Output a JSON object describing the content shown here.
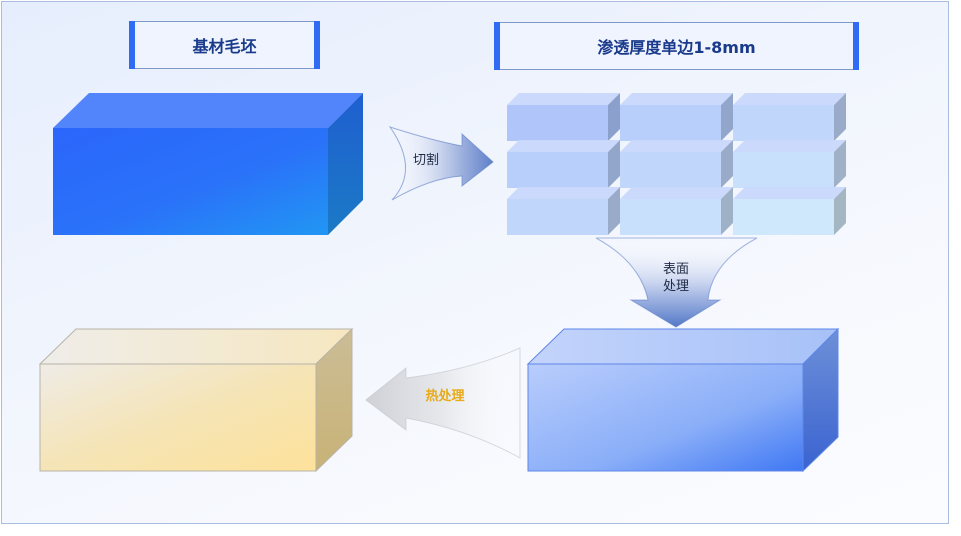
{
  "titles": {
    "blank": "基材毛坯",
    "depth": "渗透厚度单边1-8mm"
  },
  "steps": {
    "cut": "切割",
    "surface_line1": "表面",
    "surface_line2": "处理",
    "heat": "热处理"
  },
  "colors": {
    "title_accent": "#2f6cf3",
    "title_text": "#1a3a8c",
    "heat_label": "#e8aa18",
    "blank_block": "#2a6af6",
    "treated_block": "#8aaef8",
    "final_block": "#f6e3a8",
    "tile": "#b6ccfa"
  },
  "tile_grid": {
    "rows": 3,
    "cols": 3
  }
}
